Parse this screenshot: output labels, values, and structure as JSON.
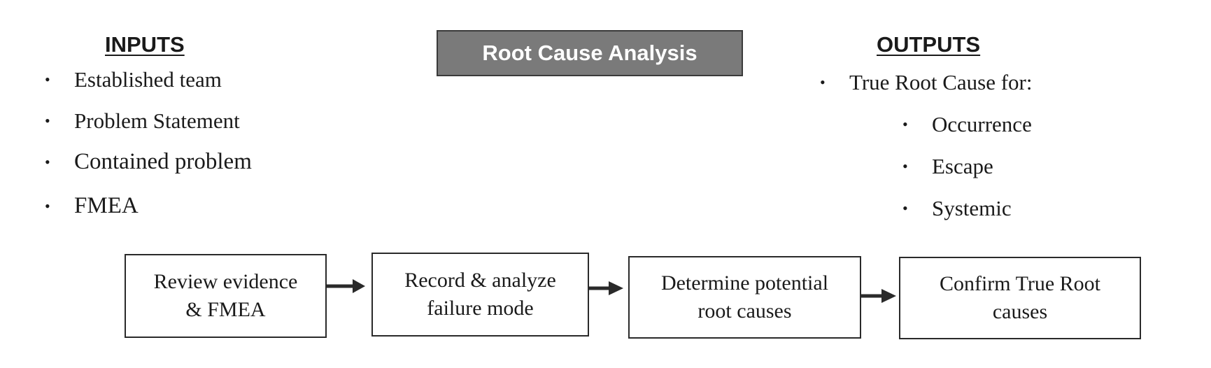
{
  "inputs": {
    "heading": "INPUTS",
    "items": [
      "Established  team",
      "Problem Statement",
      "Contained  problem",
      "FMEA"
    ]
  },
  "title": "Root Cause Analysis",
  "outputs": {
    "heading": "OUTPUTS",
    "main_item": "True Root Cause for:",
    "sub_items": [
      "Occurrence",
      "Escape",
      "Systemic"
    ]
  },
  "flow": {
    "steps": [
      "Review evidence\n& FMEA",
      "Record & analyze\nfailure mode",
      "Determine potential\nroot causes",
      "Confirm  True Root\ncauses"
    ]
  },
  "colors": {
    "title_fill": "#7a7a7a",
    "title_text": "#ffffff",
    "line": "#2a2a2a"
  }
}
